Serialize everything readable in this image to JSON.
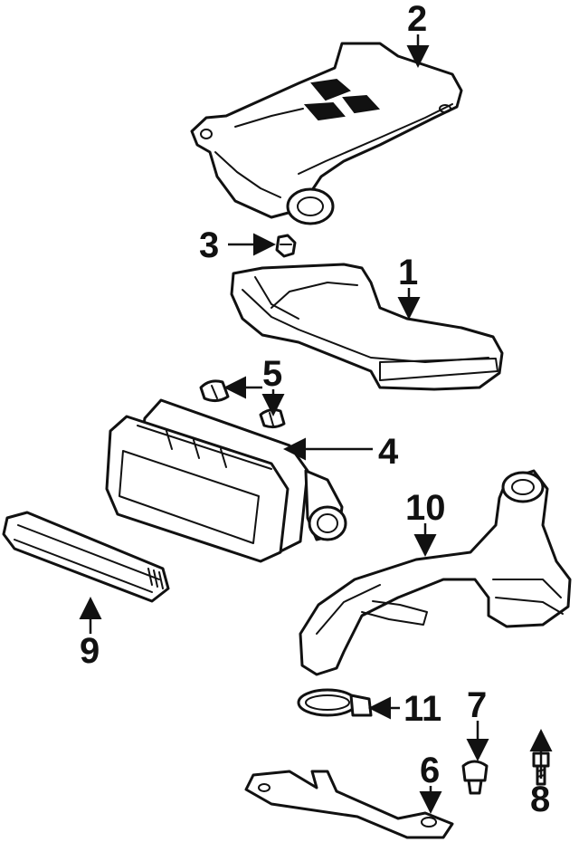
{
  "parts": [
    {
      "id": "1",
      "label": "1",
      "name": "air intake duct"
    },
    {
      "id": "2",
      "label": "2",
      "name": "air intake plenum cover"
    },
    {
      "id": "3",
      "label": "3",
      "name": "clip"
    },
    {
      "id": "4",
      "label": "4",
      "name": "air cleaner housing"
    },
    {
      "id": "5",
      "label": "5",
      "name": "grommet"
    },
    {
      "id": "6",
      "label": "6",
      "name": "bracket"
    },
    {
      "id": "7",
      "label": "7",
      "name": "grommet"
    },
    {
      "id": "8",
      "label": "8",
      "name": "bolt"
    },
    {
      "id": "9",
      "label": "9",
      "name": "air filter element"
    },
    {
      "id": "10",
      "label": "10",
      "name": "air inlet hose"
    },
    {
      "id": "11",
      "label": "11",
      "name": "hose clamp"
    }
  ]
}
